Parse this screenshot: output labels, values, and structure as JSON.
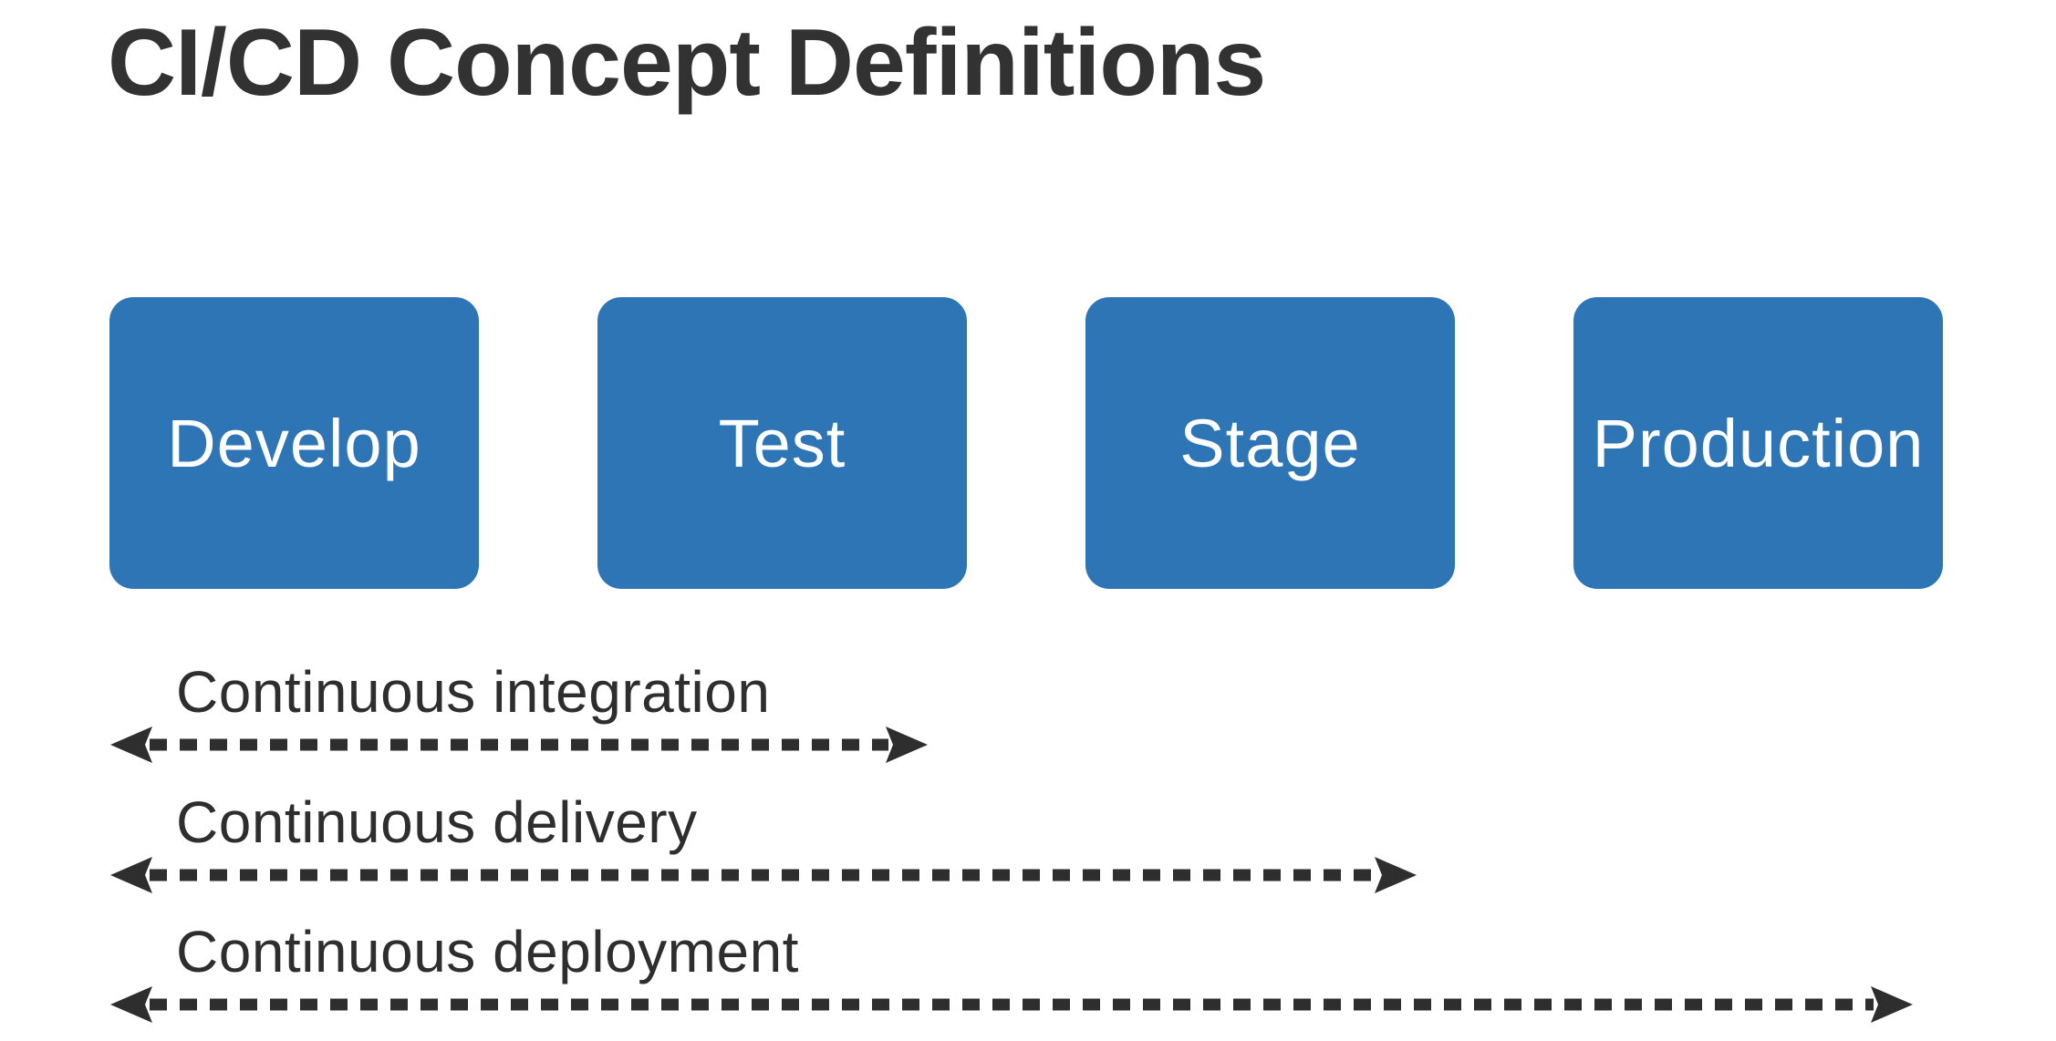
{
  "slide": {
    "title": "CI/CD Concept Definitions"
  },
  "pipeline_stages": [
    {
      "label": "Develop"
    },
    {
      "label": "Test"
    },
    {
      "label": "Stage"
    },
    {
      "label": "Production"
    }
  ],
  "spans": [
    {
      "label": "Continuous integration"
    },
    {
      "label": "Continuous delivery"
    },
    {
      "label": "Continuous deployment"
    }
  ],
  "colors": {
    "background": "#ffffff",
    "box_blue": "#2e75b5",
    "box_text": "#ffffff",
    "title_text": "#323232",
    "label_text": "#2e2e2e",
    "arrow_color": "#2e2e2e"
  }
}
